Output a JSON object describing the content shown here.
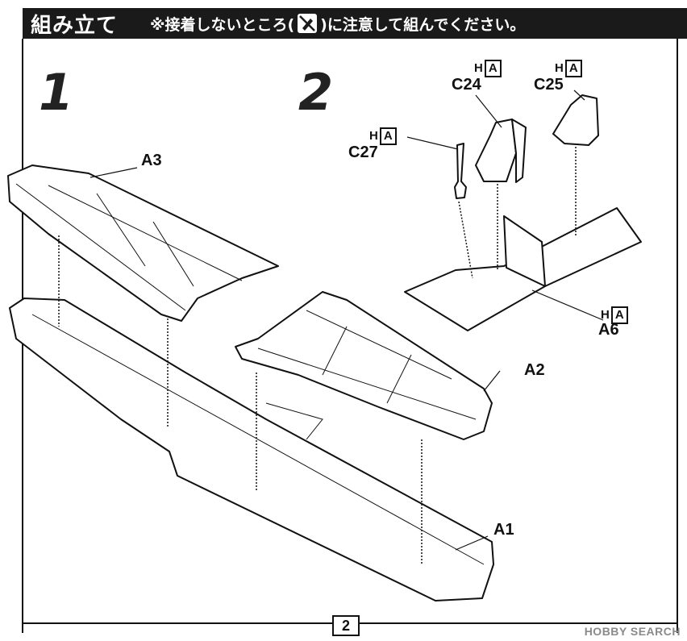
{
  "header": {
    "title": "組み立て",
    "note_prefix": "※接着しないところ(",
    "note_suffix": ")に注意して組んでください。",
    "glue_icon": "no-glue-icon"
  },
  "steps": [
    {
      "number": "1"
    },
    {
      "number": "2"
    }
  ],
  "parts": {
    "a3": "A3",
    "a2": "A2",
    "a1": "A1",
    "a6": "A6",
    "c24": "C24",
    "c25": "C25",
    "c27": "C27"
  },
  "runner_tag": {
    "letter": "H",
    "runner": "A"
  },
  "footer": {
    "page": "2",
    "watermark": "HOBBY SEARCH"
  }
}
